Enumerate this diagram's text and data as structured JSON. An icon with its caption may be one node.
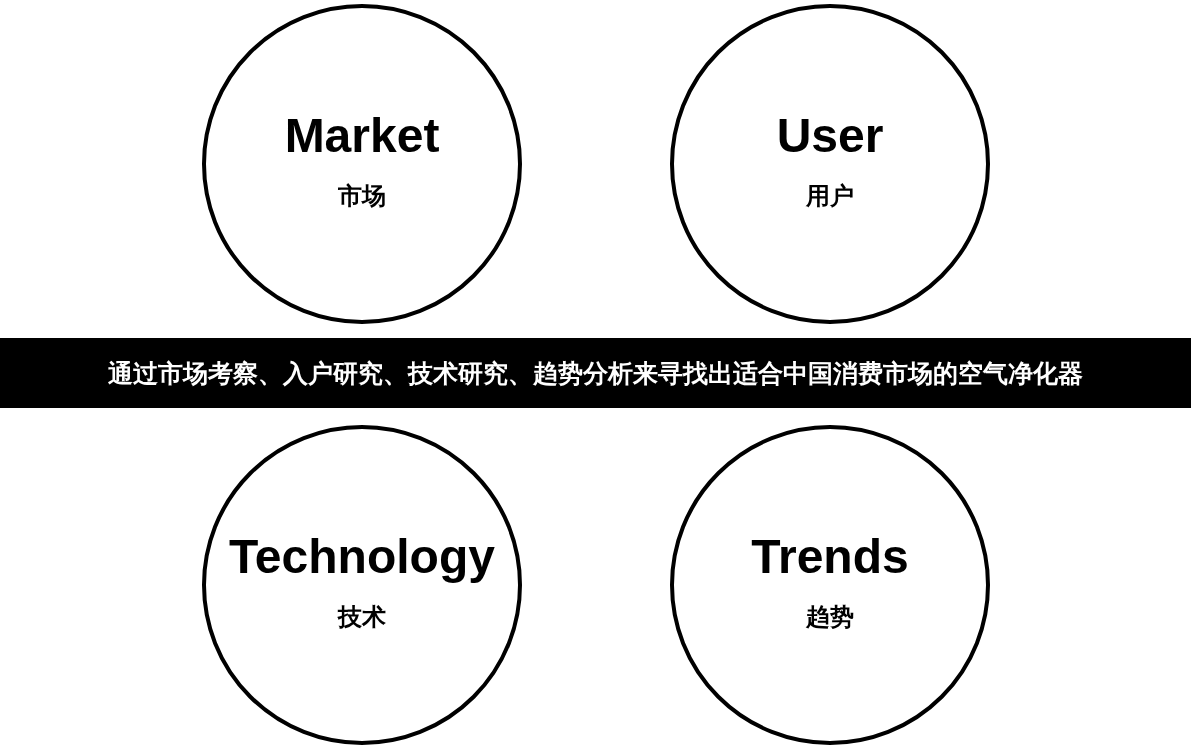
{
  "diagram": {
    "nodes": [
      {
        "text": [
          "Market",
          "市场"
        ]
      },
      {
        "text": [
          "User",
          "用户"
        ]
      },
      {
        "text": [
          "通过市场考察、入户研究、技术研究、趋势分析来寻找出适合中国消费市场的空气净化器"
        ]
      },
      {
        "text": [
          "Technology",
          "技术"
        ]
      },
      {
        "text": [
          "Trends",
          "趋势"
        ]
      }
    ]
  }
}
